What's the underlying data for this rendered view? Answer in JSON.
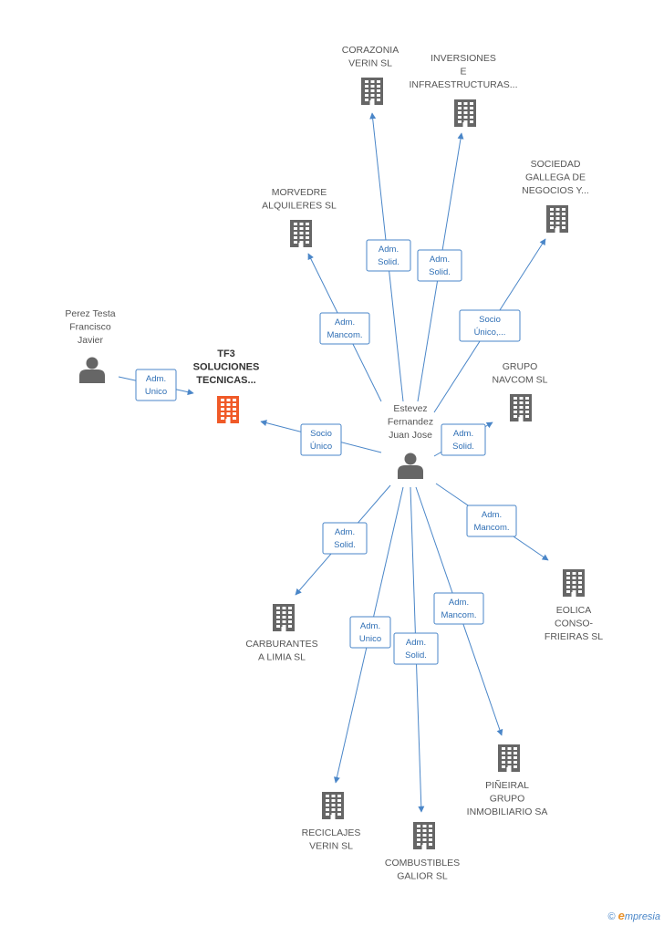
{
  "colors": {
    "edge": "#4a86c8",
    "node_gray": "#666666",
    "node_highlight": "#f05a28",
    "label": "#555555"
  },
  "nodes": [
    {
      "id": "corazonia",
      "type": "company",
      "lines": [
        "CORAZONIA",
        "VERIN SL"
      ],
      "highlight": false,
      "bold": false
    },
    {
      "id": "inversiones",
      "type": "company",
      "lines": [
        "INVERSIONES",
        "E",
        "INFRAESTRUCTURAS..."
      ],
      "highlight": false,
      "bold": false
    },
    {
      "id": "sociedad",
      "type": "company",
      "lines": [
        "SOCIEDAD",
        "GALLEGA DE",
        "NEGOCIOS Y..."
      ],
      "highlight": false,
      "bold": false
    },
    {
      "id": "morvedre",
      "type": "company",
      "lines": [
        "MORVEDRE",
        "ALQUILERES SL"
      ],
      "highlight": false,
      "bold": false
    },
    {
      "id": "perez",
      "type": "person",
      "lines": [
        "Perez Testa",
        "Francisco",
        "Javier"
      ],
      "highlight": false,
      "bold": false
    },
    {
      "id": "tf3",
      "type": "company",
      "lines": [
        "TF3",
        "SOLUCIONES",
        "TECNICAS..."
      ],
      "highlight": true,
      "bold": true
    },
    {
      "id": "navcom",
      "type": "company",
      "lines": [
        "GRUPO",
        "NAVCOM  SL"
      ],
      "highlight": false,
      "bold": false
    },
    {
      "id": "estevez",
      "type": "person",
      "lines": [
        "Estevez",
        "Fernandez",
        "Juan Jose"
      ],
      "highlight": false,
      "bold": false
    },
    {
      "id": "eolica",
      "type": "company",
      "lines": [
        "EOLICA",
        "CONSO-",
        "FRIEIRAS SL"
      ],
      "highlight": false,
      "bold": false
    },
    {
      "id": "carburantes",
      "type": "company",
      "lines": [
        "CARBURANTES",
        "A LIMIA  SL"
      ],
      "highlight": false,
      "bold": false
    },
    {
      "id": "pineiral",
      "type": "company",
      "lines": [
        "PIÑEIRAL",
        "GRUPO",
        "INMOBILIARIO SA"
      ],
      "highlight": false,
      "bold": false
    },
    {
      "id": "reciclajes",
      "type": "company",
      "lines": [
        "RECICLAJES",
        "VERIN SL"
      ],
      "highlight": false,
      "bold": false
    },
    {
      "id": "combustibles",
      "type": "company",
      "lines": [
        "COMBUSTIBLES",
        "GALIOR SL"
      ],
      "highlight": false,
      "bold": false
    }
  ],
  "edges": [
    {
      "from": "estevez",
      "to": "corazonia",
      "lines": [
        "Adm.",
        "Solid."
      ]
    },
    {
      "from": "estevez",
      "to": "inversiones",
      "lines": [
        "Adm.",
        "Solid."
      ]
    },
    {
      "from": "estevez",
      "to": "sociedad",
      "lines": [
        "Socio",
        "Único,..."
      ]
    },
    {
      "from": "estevez",
      "to": "morvedre",
      "lines": [
        "Adm.",
        "Mancom."
      ]
    },
    {
      "from": "perez",
      "to": "tf3",
      "lines": [
        "Adm.",
        "Unico"
      ]
    },
    {
      "from": "estevez",
      "to": "tf3",
      "lines": [
        "Socio",
        "Único"
      ]
    },
    {
      "from": "estevez",
      "to": "navcom",
      "lines": [
        "Adm.",
        "Solid."
      ]
    },
    {
      "from": "estevez",
      "to": "eolica",
      "lines": [
        "Adm.",
        "Mancom."
      ]
    },
    {
      "from": "estevez",
      "to": "carburantes",
      "lines": [
        "Adm.",
        "Solid."
      ]
    },
    {
      "from": "estevez",
      "to": "pineiral",
      "lines": [
        "Adm.",
        "Mancom."
      ]
    },
    {
      "from": "estevez",
      "to": "reciclajes",
      "lines": [
        "Adm.",
        "Unico"
      ]
    },
    {
      "from": "estevez",
      "to": "combustibles",
      "lines": [
        "Adm.",
        "Solid."
      ]
    }
  ],
  "footer": {
    "copyright": "©",
    "brand_first": "e",
    "brand_rest": "mpresia"
  }
}
